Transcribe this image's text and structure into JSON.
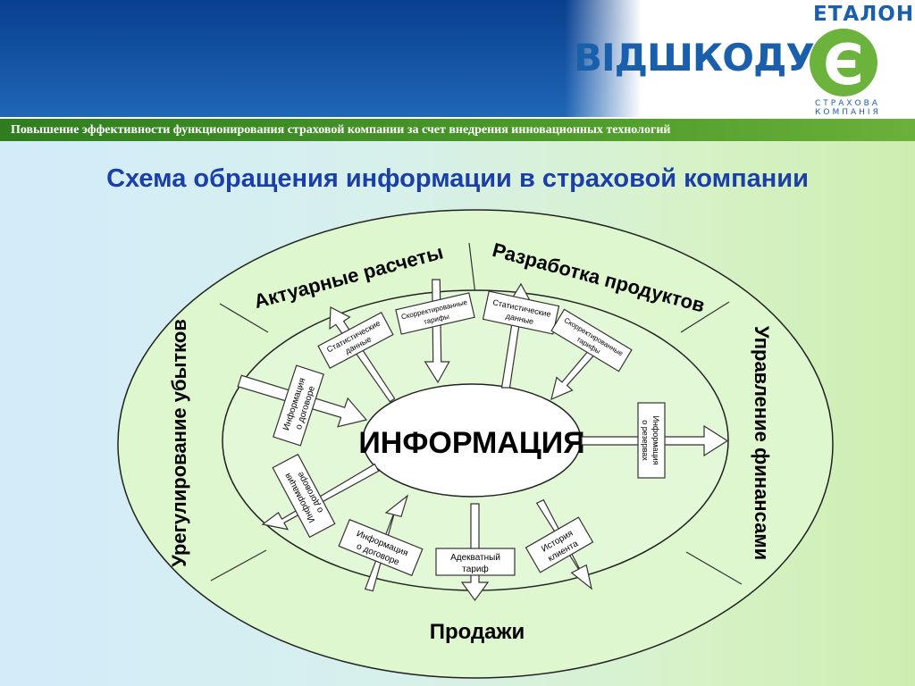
{
  "header": {
    "logo_top": "ЕТАЛОН",
    "logo_main": "ВІДШКОДУ",
    "logo_symbol": "Є",
    "logo_line1": "СТРАХОВА",
    "logo_line2": "КОМПАНІЯ",
    "subtitle": "Повышение эффективности функционирования страховой компании за счет внедрения инновационных технологий"
  },
  "title": "Схема обращения информации в страховой компании",
  "diagram": {
    "center": "ИНФОРМАЦИЯ",
    "departments": {
      "actuarial": "Актуарные расчеты",
      "products": "Разработка продуктов",
      "finance": "Управление финансами",
      "sales": "Продажи",
      "claims": "Урегулирование убытков"
    },
    "flows": {
      "stat_data_left": [
        "Статистические",
        "данные"
      ],
      "corrected_tariffs_top": [
        "Скорректированные",
        "тарифы"
      ],
      "stat_data_right": [
        "Статистические",
        "данные"
      ],
      "corrected_tariffs_right": [
        "Скорректированные",
        "тарифы"
      ],
      "reserves_info": [
        "Информация",
        "о резервах"
      ],
      "client_history": [
        "История",
        "клиента"
      ],
      "adequate_tariff": [
        "Адекватный",
        "тариф"
      ],
      "contract_info_bottom": [
        "Информация",
        "о договоре"
      ],
      "contract_info_lower_left": [
        "Информация",
        "о договоре"
      ],
      "contract_info_upper_left": [
        "Информация",
        "о договоре"
      ]
    }
  },
  "colors": {
    "header_blue": "#1a5fab",
    "subtitle_green": "#3f8f26",
    "ring_fill": "#dff7cf",
    "title_blue": "#1b3fa8"
  }
}
